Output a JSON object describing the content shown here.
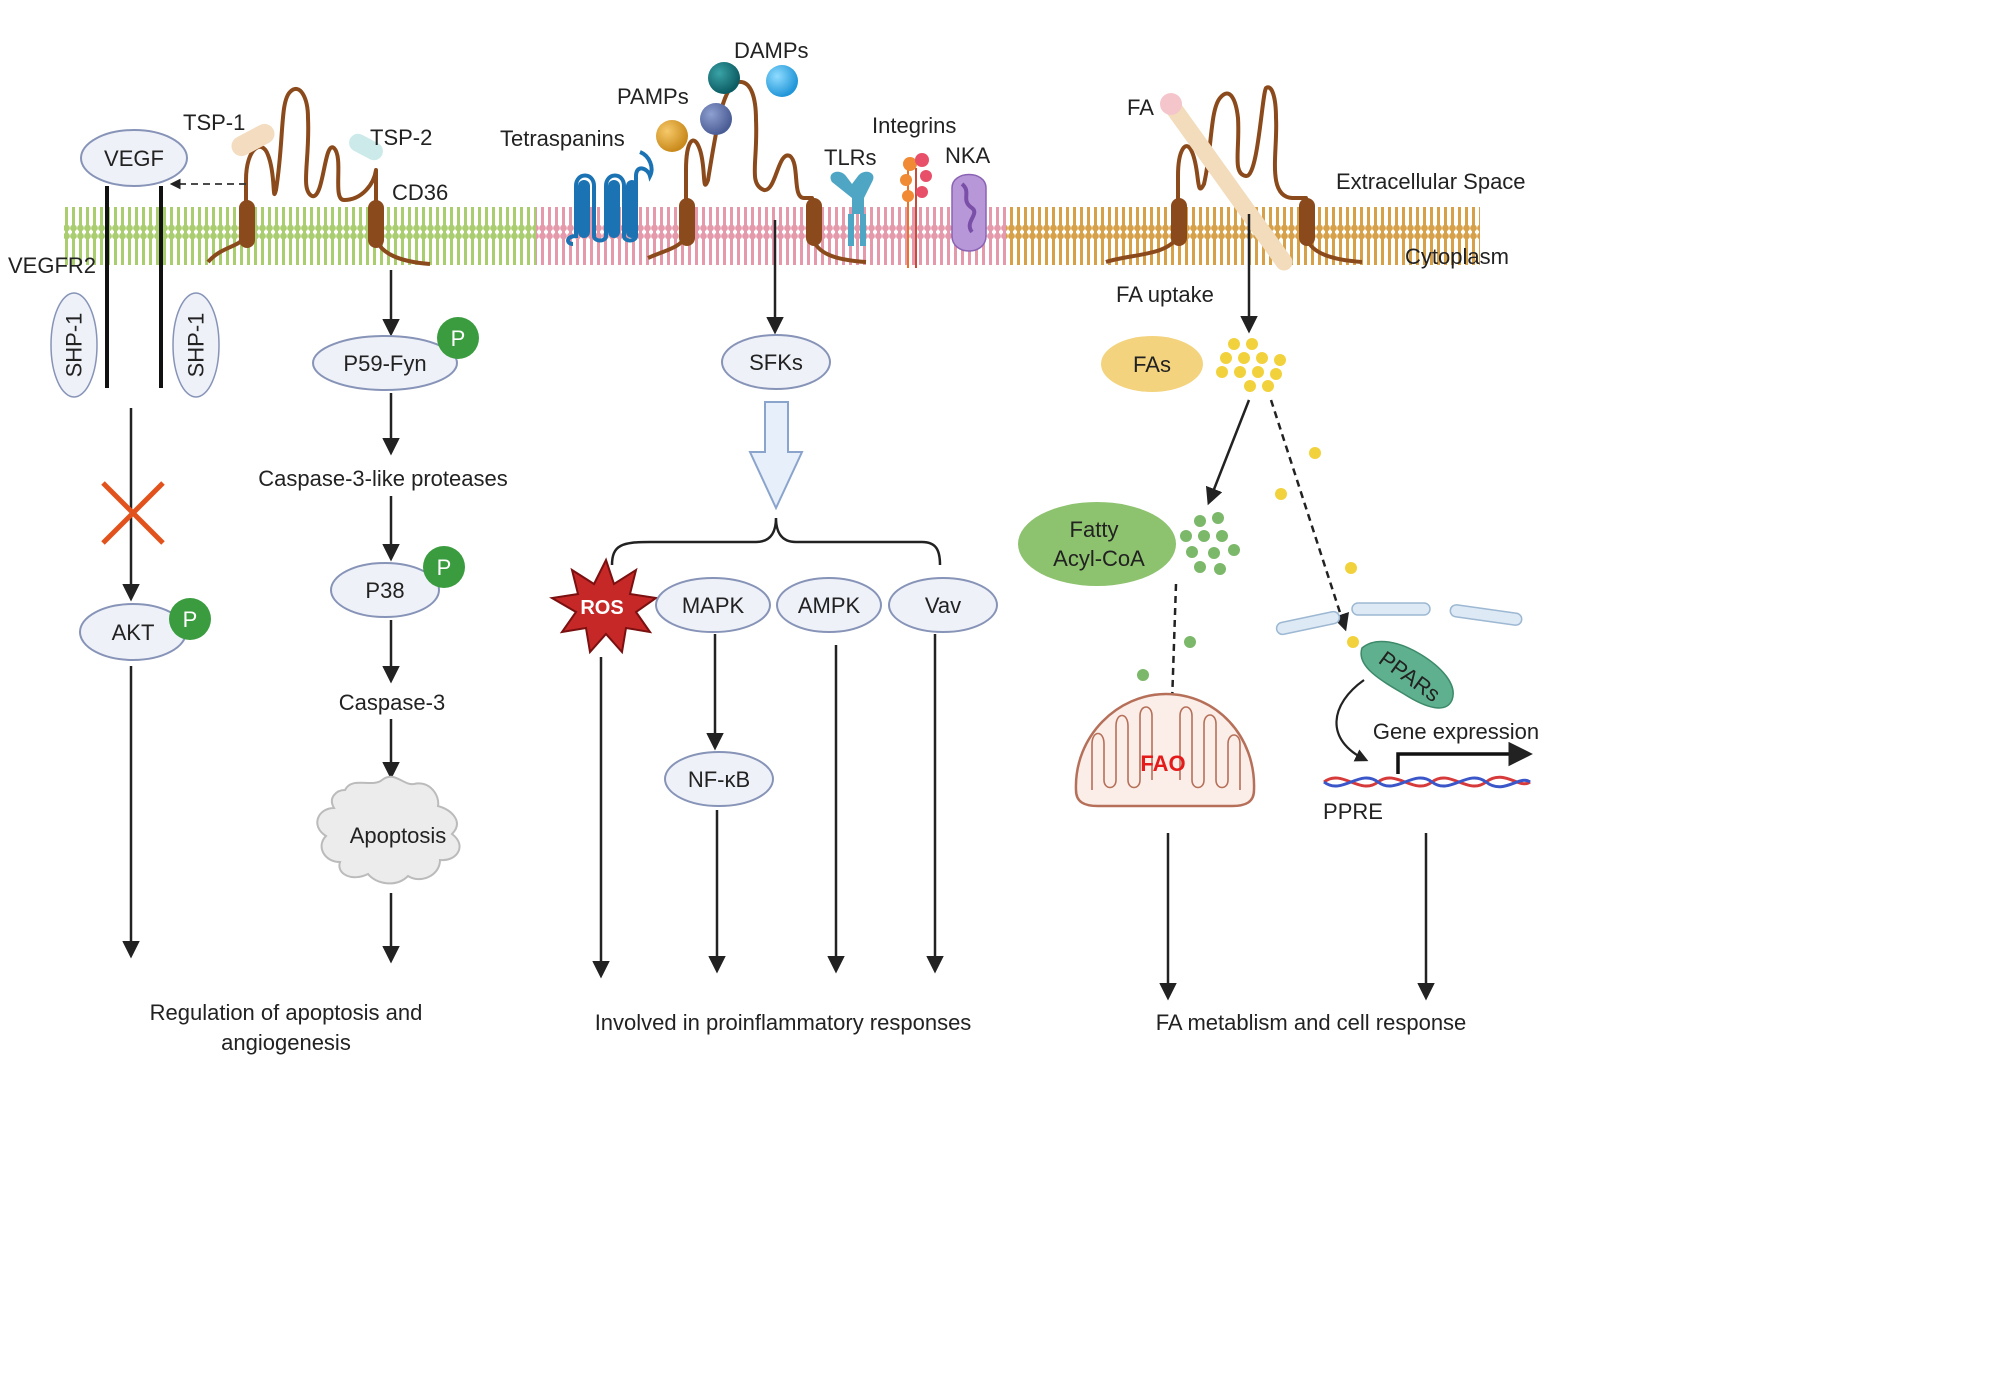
{
  "colors": {
    "membrane_green": "#a9cd6f",
    "membrane_pink": "#e59aac",
    "membrane_orange": "#d7a14a",
    "receptor": "#8b4a1c",
    "node_fill": "#eef1f8",
    "node_stroke": "#8794b8",
    "phospho": "#3a9c3f",
    "ros": "#c62828",
    "fao_text": "#e41b1b",
    "inhibit_x": "#e2521c",
    "fa_dot": "#f2d23c",
    "acyl_dot": "#7cb86a"
  },
  "labels": {
    "extracellular": "Extracellular Space",
    "cytoplasm": "Cytoplasm",
    "vegf": "VEGF",
    "vegfr2": "VEGFR2",
    "shp1": "SHP-1",
    "tsp1": "TSP-1",
    "tsp2": "TSP-2",
    "cd36": "CD36",
    "akt": "AKT",
    "p": "P",
    "p59fyn": "P59-Fyn",
    "caspase3like": "Caspase-3-like proteases",
    "p38": "P38",
    "caspase3": "Caspase-3",
    "apoptosis": "Apoptosis",
    "out1_line1": "Regulation of apoptosis and",
    "out1_line2": "angiogenesis",
    "damps": "DAMPs",
    "pamps": "PAMPs",
    "tetraspanins": "Tetraspanins",
    "integrins": "Integrins",
    "tlrs": "TLRs",
    "nka": "NKA",
    "sfks": "SFKs",
    "ros": "ROS",
    "mapk": "MAPK",
    "ampk": "AMPK",
    "vav": "Vav",
    "nfkb": "NF-κB",
    "out2": "Involved in proinflammatory responses",
    "fa": "FA",
    "fa_uptake": "FA uptake",
    "fas": "FAs",
    "fatty_line1": "Fatty",
    "fatty_line2": "Acyl-CoA",
    "fao": "FAO",
    "ppars": "PPARs",
    "gene_expression": "Gene expression",
    "ppre": "PPRE",
    "out3": "FA metablism and cell  response"
  }
}
